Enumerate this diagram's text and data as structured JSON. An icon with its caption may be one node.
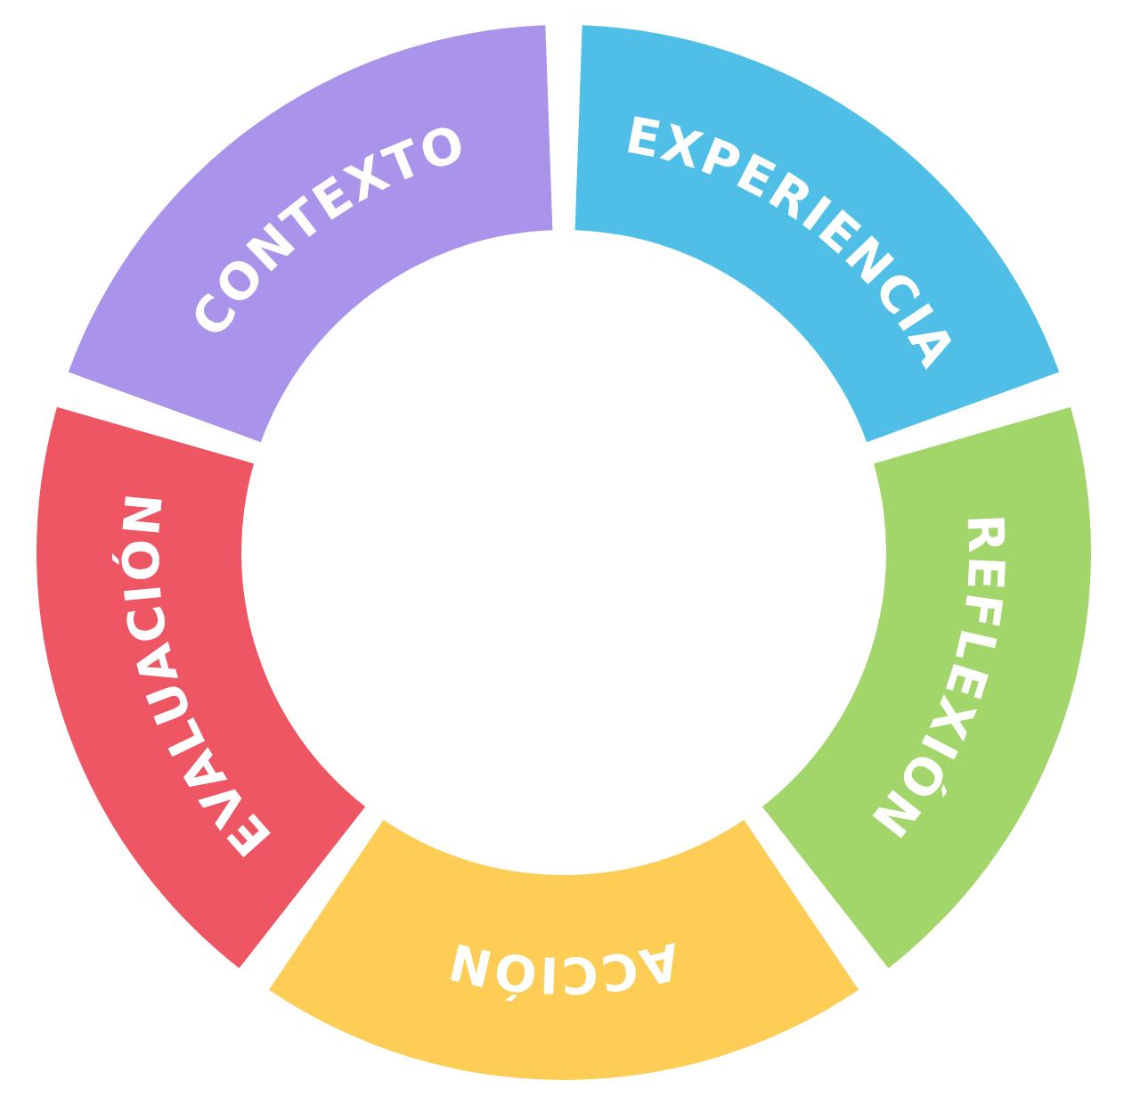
{
  "diagram": {
    "nodes": [
      {
        "text": [
          "CONTEXTO"
        ]
      },
      {
        "text": [
          "EXPERIENCIA"
        ]
      },
      {
        "text": [
          "REFLEXIÓN"
        ]
      },
      {
        "text": [
          "ACCIÓN"
        ]
      },
      {
        "text": [
          "EVALUACIÓN"
        ]
      }
    ]
  }
}
